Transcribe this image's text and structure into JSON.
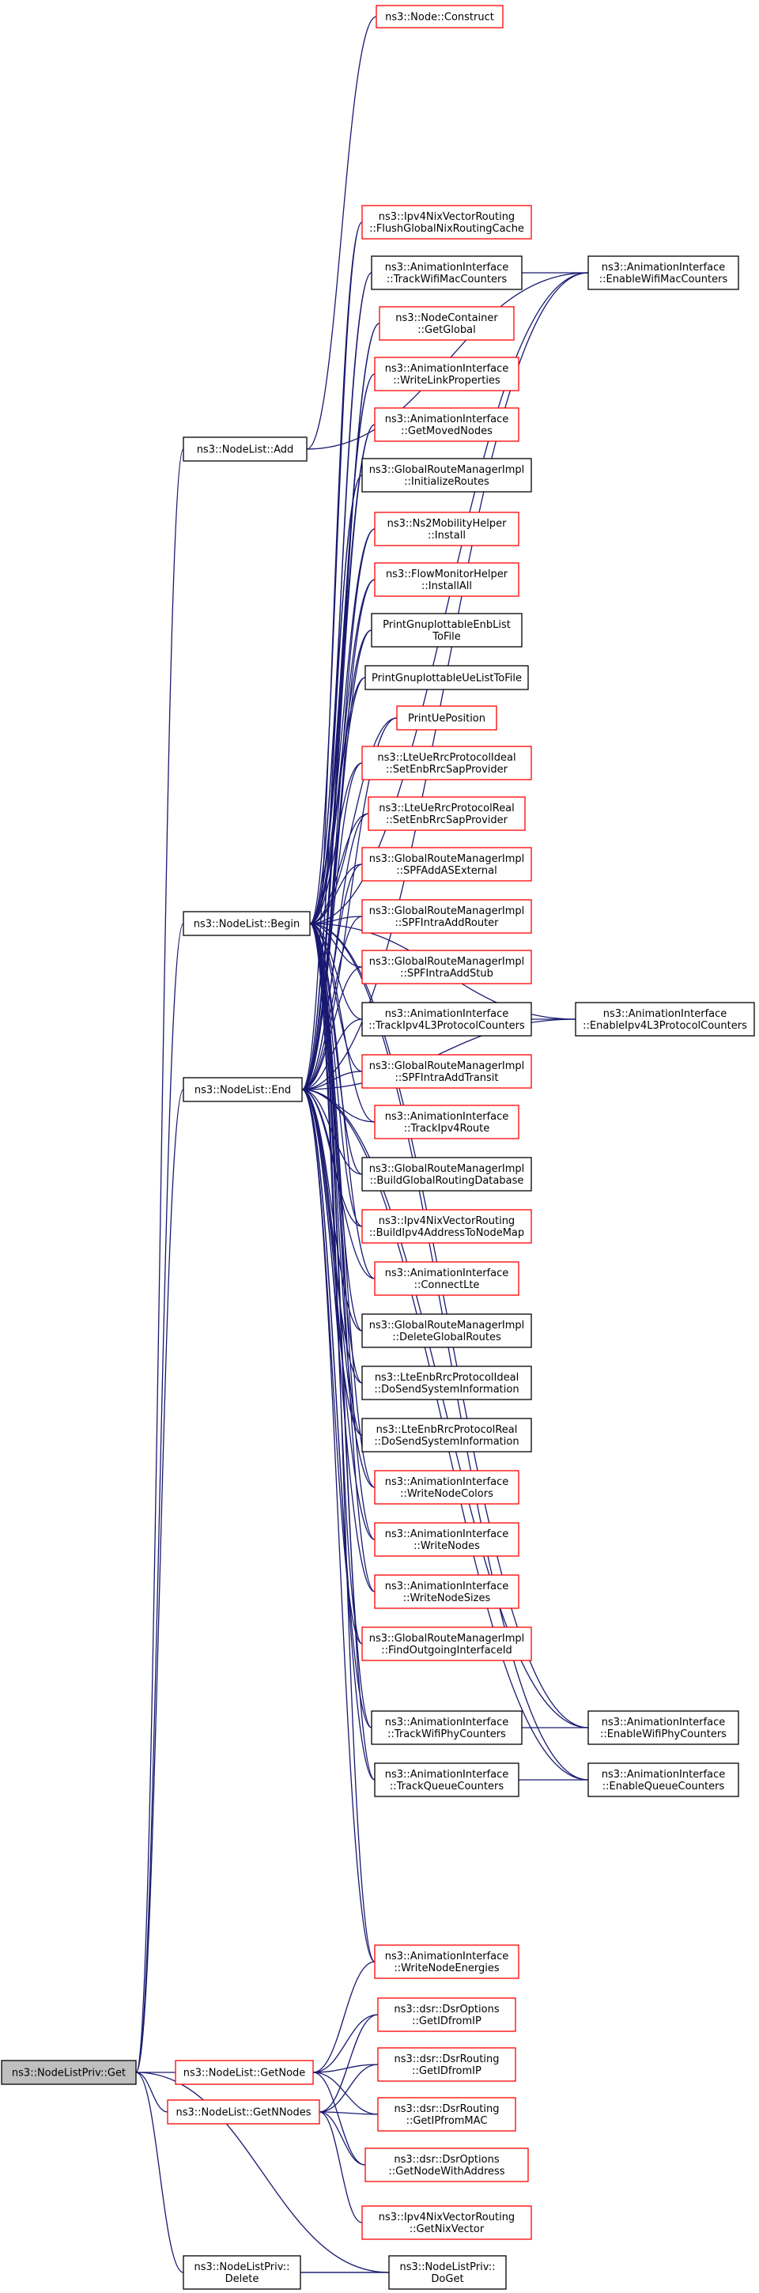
{
  "graph": {
    "root": "ns3::NodeListPriv::Get",
    "nodes": [
      {
        "id": "get",
        "lines": [
          "ns3::NodeListPriv::Get"
        ],
        "style": "selected"
      },
      {
        "id": "add",
        "lines": [
          "ns3::NodeList::Add"
        ],
        "style": "black"
      },
      {
        "id": "begin",
        "lines": [
          "ns3::NodeList::Begin"
        ],
        "style": "black"
      },
      {
        "id": "end",
        "lines": [
          "ns3::NodeList::End"
        ],
        "style": "black"
      },
      {
        "id": "getnode",
        "lines": [
          "ns3::NodeList::GetNode"
        ],
        "style": "red"
      },
      {
        "id": "getnnodes",
        "lines": [
          "ns3::NodeList::GetNNodes"
        ],
        "style": "red"
      },
      {
        "id": "delete",
        "lines": [
          "ns3::NodeListPriv::",
          "Delete"
        ],
        "style": "black"
      },
      {
        "id": "doget",
        "lines": [
          "ns3::NodeListPriv::",
          "DoGet"
        ],
        "style": "black"
      },
      {
        "id": "construct",
        "lines": [
          "ns3::Node::Construct"
        ],
        "style": "red"
      },
      {
        "id": "flush",
        "lines": [
          "ns3::Ipv4NixVectorRouting",
          "::FlushGlobalNixRoutingCache"
        ],
        "style": "red"
      },
      {
        "id": "trackwifimac",
        "lines": [
          "ns3::AnimationInterface",
          "::TrackWifiMacCounters"
        ],
        "style": "black"
      },
      {
        "id": "getglobal",
        "lines": [
          "ns3::NodeContainer",
          "::GetGlobal"
        ],
        "style": "red"
      },
      {
        "id": "writelink",
        "lines": [
          "ns3::AnimationInterface",
          "::WriteLinkProperties"
        ],
        "style": "red"
      },
      {
        "id": "getmoved",
        "lines": [
          "ns3::AnimationInterface",
          "::GetMovedNodes"
        ],
        "style": "red"
      },
      {
        "id": "initroutes",
        "lines": [
          "ns3::GlobalRouteManagerImpl",
          "::InitializeRoutes"
        ],
        "style": "black"
      },
      {
        "id": "ns2install",
        "lines": [
          "ns3::Ns2MobilityHelper",
          "::Install"
        ],
        "style": "red"
      },
      {
        "id": "flowinstall",
        "lines": [
          "ns3::FlowMonitorHelper",
          "::InstallAll"
        ],
        "style": "red"
      },
      {
        "id": "printenb",
        "lines": [
          "PrintGnuplottableEnbList",
          "ToFile"
        ],
        "style": "black"
      },
      {
        "id": "printue",
        "lines": [
          "PrintGnuplottableUeListToFile"
        ],
        "style": "black"
      },
      {
        "id": "printuepos",
        "lines": [
          "PrintUePosition"
        ],
        "style": "red"
      },
      {
        "id": "lteideal",
        "lines": [
          "ns3::LteUeRrcProtocolIdeal",
          "::SetEnbRrcSapProvider"
        ],
        "style": "red"
      },
      {
        "id": "ltereal",
        "lines": [
          "ns3::LteUeRrcProtocolReal",
          "::SetEnbRrcSapProvider"
        ],
        "style": "red"
      },
      {
        "id": "spfaddas",
        "lines": [
          "ns3::GlobalRouteManagerImpl",
          "::SPFAddASExternal"
        ],
        "style": "red"
      },
      {
        "id": "spfrouter",
        "lines": [
          "ns3::GlobalRouteManagerImpl",
          "::SPFIntraAddRouter"
        ],
        "style": "red"
      },
      {
        "id": "spfstub",
        "lines": [
          "ns3::GlobalRouteManagerImpl",
          "::SPFIntraAddStub"
        ],
        "style": "red"
      },
      {
        "id": "trackipv4l3",
        "lines": [
          "ns3::AnimationInterface",
          "::TrackIpv4L3ProtocolCounters"
        ],
        "style": "black"
      },
      {
        "id": "spftransit",
        "lines": [
          "ns3::GlobalRouteManagerImpl",
          "::SPFIntraAddTransit"
        ],
        "style": "red"
      },
      {
        "id": "trackipv4route",
        "lines": [
          "ns3::AnimationInterface",
          "::TrackIpv4Route"
        ],
        "style": "red"
      },
      {
        "id": "buildglobal",
        "lines": [
          "ns3::GlobalRouteManagerImpl",
          "::BuildGlobalRoutingDatabase"
        ],
        "style": "black"
      },
      {
        "id": "buildipv4",
        "lines": [
          "ns3::Ipv4NixVectorRouting",
          "::BuildIpv4AddressToNodeMap"
        ],
        "style": "red"
      },
      {
        "id": "connectlte",
        "lines": [
          "ns3::AnimationInterface",
          "::ConnectLte"
        ],
        "style": "red"
      },
      {
        "id": "deleteglobal",
        "lines": [
          "ns3::GlobalRouteManagerImpl",
          "::DeleteGlobalRoutes"
        ],
        "style": "black"
      },
      {
        "id": "ltesendideal",
        "lines": [
          "ns3::LteEnbRrcProtocolIdeal",
          "::DoSendSystemInformation"
        ],
        "style": "black"
      },
      {
        "id": "ltesendreal",
        "lines": [
          "ns3::LteEnbRrcProtocolReal",
          "::DoSendSystemInformation"
        ],
        "style": "black"
      },
      {
        "id": "writecolors",
        "lines": [
          "ns3::AnimationInterface",
          "::WriteNodeColors"
        ],
        "style": "red"
      },
      {
        "id": "writenodes",
        "lines": [
          "ns3::AnimationInterface",
          "::WriteNodes"
        ],
        "style": "red"
      },
      {
        "id": "writesizes",
        "lines": [
          "ns3::AnimationInterface",
          "::WriteNodeSizes"
        ],
        "style": "red"
      },
      {
        "id": "findout",
        "lines": [
          "ns3::GlobalRouteManagerImpl",
          "::FindOutgoingInterfaceId"
        ],
        "style": "red"
      },
      {
        "id": "trackwifiphy",
        "lines": [
          "ns3::AnimationInterface",
          "::TrackWifiPhyCounters"
        ],
        "style": "black"
      },
      {
        "id": "trackqueue",
        "lines": [
          "ns3::AnimationInterface",
          "::TrackQueueCounters"
        ],
        "style": "black"
      },
      {
        "id": "writeenergies",
        "lines": [
          "ns3::AnimationInterface",
          "::WriteNodeEnergies"
        ],
        "style": "red"
      },
      {
        "id": "dsropt_getid",
        "lines": [
          "ns3::dsr::DsrOptions",
          "::GetIDfromIP"
        ],
        "style": "red"
      },
      {
        "id": "dsrrt_getid",
        "lines": [
          "ns3::dsr::DsrRouting",
          "::GetIDfromIP"
        ],
        "style": "red"
      },
      {
        "id": "dsrrt_getip",
        "lines": [
          "ns3::dsr::DsrRouting",
          "::GetIPfromMAC"
        ],
        "style": "red"
      },
      {
        "id": "dsropt_getnode",
        "lines": [
          "ns3::dsr::DsrOptions",
          "::GetNodeWithAddress"
        ],
        "style": "red"
      },
      {
        "id": "ipv4nix_getnix",
        "lines": [
          "ns3::Ipv4NixVectorRouting",
          "::GetNixVector"
        ],
        "style": "red"
      },
      {
        "id": "enablewifimac",
        "lines": [
          "ns3::AnimationInterface",
          "::EnableWifiMacCounters"
        ],
        "style": "black"
      },
      {
        "id": "enableipv4l3",
        "lines": [
          "ns3::AnimationInterface",
          "::EnableIpv4L3ProtocolCounters"
        ],
        "style": "black"
      },
      {
        "id": "enablewifiphy",
        "lines": [
          "ns3::AnimationInterface",
          "::EnableWifiPhyCounters"
        ],
        "style": "black"
      },
      {
        "id": "enablequeue",
        "lines": [
          "ns3::AnimationInterface",
          "::EnableQueueCounters"
        ],
        "style": "black"
      }
    ],
    "edges": [
      [
        "add",
        "get"
      ],
      [
        "begin",
        "get"
      ],
      [
        "end",
        "get"
      ],
      [
        "getnode",
        "get"
      ],
      [
        "getnnodes",
        "get"
      ],
      [
        "delete",
        "get"
      ],
      [
        "doget",
        "get"
      ],
      [
        "doget",
        "delete"
      ],
      [
        "delete",
        "doget"
      ],
      [
        "construct",
        "add"
      ],
      [
        "enablewifimac",
        "add"
      ],
      [
        "flush",
        "begin"
      ],
      [
        "flush",
        "end"
      ],
      [
        "trackwifimac",
        "begin"
      ],
      [
        "trackwifimac",
        "end"
      ],
      [
        "getglobal",
        "begin"
      ],
      [
        "getglobal",
        "end"
      ],
      [
        "writelink",
        "begin"
      ],
      [
        "writelink",
        "end"
      ],
      [
        "getmoved",
        "begin"
      ],
      [
        "getmoved",
        "end"
      ],
      [
        "initroutes",
        "begin"
      ],
      [
        "initroutes",
        "end"
      ],
      [
        "ns2install",
        "begin"
      ],
      [
        "ns2install",
        "end"
      ],
      [
        "flowinstall",
        "begin"
      ],
      [
        "flowinstall",
        "end"
      ],
      [
        "printenb",
        "begin"
      ],
      [
        "printenb",
        "end"
      ],
      [
        "printue",
        "begin"
      ],
      [
        "printue",
        "end"
      ],
      [
        "printuepos",
        "begin"
      ],
      [
        "printuepos",
        "end"
      ],
      [
        "lteideal",
        "begin"
      ],
      [
        "lteideal",
        "end"
      ],
      [
        "ltereal",
        "begin"
      ],
      [
        "ltereal",
        "end"
      ],
      [
        "spfaddas",
        "begin"
      ],
      [
        "spfaddas",
        "end"
      ],
      [
        "spfrouter",
        "begin"
      ],
      [
        "spfrouter",
        "end"
      ],
      [
        "spfstub",
        "begin"
      ],
      [
        "spfstub",
        "end"
      ],
      [
        "trackipv4l3",
        "begin"
      ],
      [
        "trackipv4l3",
        "end"
      ],
      [
        "spftransit",
        "begin"
      ],
      [
        "spftransit",
        "end"
      ],
      [
        "trackipv4route",
        "begin"
      ],
      [
        "trackipv4route",
        "end"
      ],
      [
        "buildglobal",
        "begin"
      ],
      [
        "buildglobal",
        "end"
      ],
      [
        "buildipv4",
        "begin"
      ],
      [
        "buildipv4",
        "end"
      ],
      [
        "connectlte",
        "begin"
      ],
      [
        "connectlte",
        "end"
      ],
      [
        "deleteglobal",
        "begin"
      ],
      [
        "deleteglobal",
        "end"
      ],
      [
        "ltesendideal",
        "begin"
      ],
      [
        "ltesendideal",
        "end"
      ],
      [
        "ltesendreal",
        "begin"
      ],
      [
        "ltesendreal",
        "end"
      ],
      [
        "writecolors",
        "begin"
      ],
      [
        "writecolors",
        "end"
      ],
      [
        "writenodes",
        "begin"
      ],
      [
        "writenodes",
        "end"
      ],
      [
        "writesizes",
        "begin"
      ],
      [
        "writesizes",
        "end"
      ],
      [
        "findout",
        "begin"
      ],
      [
        "findout",
        "end"
      ],
      [
        "trackwifiphy",
        "begin"
      ],
      [
        "trackwifiphy",
        "end"
      ],
      [
        "trackqueue",
        "begin"
      ],
      [
        "trackqueue",
        "end"
      ],
      [
        "writeenergies",
        "begin"
      ],
      [
        "writeenergies",
        "end"
      ],
      [
        "enablewifimac",
        "begin"
      ],
      [
        "enablewifimac",
        "end"
      ],
      [
        "enableipv4l3",
        "begin"
      ],
      [
        "enableipv4l3",
        "end"
      ],
      [
        "enablewifiphy",
        "begin"
      ],
      [
        "enablewifiphy",
        "end"
      ],
      [
        "enablequeue",
        "begin"
      ],
      [
        "enablequeue",
        "end"
      ],
      [
        "enablewifimac",
        "trackwifimac"
      ],
      [
        "enableipv4l3",
        "trackipv4l3"
      ],
      [
        "enablewifiphy",
        "trackwifiphy"
      ],
      [
        "enablequeue",
        "trackqueue"
      ],
      [
        "writeenergies",
        "getnode"
      ],
      [
        "dsropt_getid",
        "getnode"
      ],
      [
        "dsrrt_getid",
        "getnode"
      ],
      [
        "dsrrt_getip",
        "getnode"
      ],
      [
        "dsropt_getnode",
        "getnode"
      ],
      [
        "dsropt_getid",
        "getnnodes"
      ],
      [
        "dsrrt_getid",
        "getnnodes"
      ],
      [
        "dsrrt_getip",
        "getnnodes"
      ],
      [
        "dsropt_getnode",
        "getnnodes"
      ],
      [
        "ipv4nix_getnix",
        "getnnodes"
      ]
    ]
  }
}
